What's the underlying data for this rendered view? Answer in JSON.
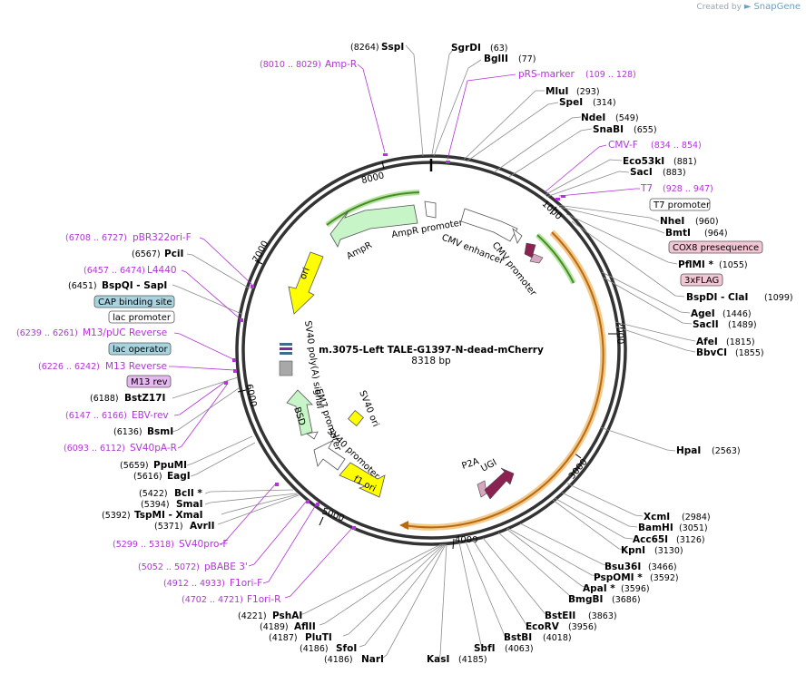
{
  "brand": {
    "created_by": "Created by",
    "app": "SnapGene"
  },
  "map": {
    "name": "m.3075-Left TALE-G1397-N-dead-mCherry",
    "length_label": "8318 bp",
    "length": 8318
  },
  "ticks": [
    "1000",
    "2000",
    "3000",
    "4000",
    "5000",
    "6000",
    "7000",
    "8000"
  ],
  "sites": [
    {
      "name": "SspI",
      "pos": "(8264)"
    },
    {
      "name": "SgrDI",
      "pos": "(63)"
    },
    {
      "name": "BglII",
      "pos": "(77)"
    },
    {
      "name": "MluI",
      "pos": "(293)"
    },
    {
      "name": "SpeI",
      "pos": "(314)"
    },
    {
      "name": "NdeI",
      "pos": "(549)"
    },
    {
      "name": "SnaBI",
      "pos": "(655)"
    },
    {
      "name": "Eco53kI",
      "pos": "(881)"
    },
    {
      "name": "SacI",
      "pos": "(883)"
    },
    {
      "name": "NheI",
      "pos": "(960)"
    },
    {
      "name": "BmtI",
      "pos": "(964)"
    },
    {
      "name": "PflMI *",
      "pos": "(1055)"
    },
    {
      "name": "BspDI - ClaI",
      "pos": "(1099)"
    },
    {
      "name": "AgeI",
      "pos": "(1446)"
    },
    {
      "name": "SacII",
      "pos": "(1489)"
    },
    {
      "name": "AfeI",
      "pos": "(1815)"
    },
    {
      "name": "BbvCI",
      "pos": "(1855)"
    },
    {
      "name": "HpaI",
      "pos": "(2563)"
    },
    {
      "name": "XcmI",
      "pos": "(2984)"
    },
    {
      "name": "BamHI",
      "pos": "(3051)"
    },
    {
      "name": "Acc65I",
      "pos": "(3126)"
    },
    {
      "name": "KpnI",
      "pos": "(3130)"
    },
    {
      "name": "Bsu36I",
      "pos": "(3466)"
    },
    {
      "name": "PspOMI *",
      "pos": "(3592)"
    },
    {
      "name": "ApaI *",
      "pos": "(3596)"
    },
    {
      "name": "BmgBI",
      "pos": "(3686)"
    },
    {
      "name": "BstEII",
      "pos": "(3863)"
    },
    {
      "name": "EcoRV",
      "pos": "(3956)"
    },
    {
      "name": "BstBI",
      "pos": "(4018)"
    },
    {
      "name": "SbfI",
      "pos": "(4063)"
    },
    {
      "name": "KasI",
      "pos": "(4185)"
    },
    {
      "name": "NarI",
      "pos": "(4186)"
    },
    {
      "name": "SfoI",
      "pos": "(4186)"
    },
    {
      "name": "PluTI",
      "pos": "(4187)"
    },
    {
      "name": "AflII",
      "pos": "(4189)"
    },
    {
      "name": "PshAI",
      "pos": "(4221)"
    },
    {
      "name": "AvrII",
      "pos": "(5371)"
    },
    {
      "name": "TspMI - XmaI",
      "pos": "(5392)"
    },
    {
      "name": "SmaI",
      "pos": "(5394)"
    },
    {
      "name": "BclI *",
      "pos": "(5422)"
    },
    {
      "name": "EagI",
      "pos": "(5616)"
    },
    {
      "name": "PpuMI",
      "pos": "(5659)"
    },
    {
      "name": "BsmI",
      "pos": "(6136)"
    },
    {
      "name": "BstZ17I",
      "pos": "(6188)"
    },
    {
      "name": "BspQI - SapI",
      "pos": "(6451)"
    },
    {
      "name": "PciI",
      "pos": "(6567)"
    }
  ],
  "primers": [
    {
      "name": "Amp-R",
      "pos": "(8010 .. 8029)"
    },
    {
      "name": "pRS-marker",
      "pos": "(109 .. 128)"
    },
    {
      "name": "CMV-F",
      "pos": "(834 .. 854)"
    },
    {
      "name": "T7",
      "pos": "(928 .. 947)"
    },
    {
      "name": "pBR322ori-F",
      "pos": "(6708 .. 6727)"
    },
    {
      "name": "L4440",
      "pos": "(6457 .. 6474)"
    },
    {
      "name": "M13/pUC Reverse",
      "pos": "(6239 .. 6261)"
    },
    {
      "name": "M13 Reverse",
      "pos": "(6226 .. 6242)"
    },
    {
      "name": "EBV-rev",
      "pos": "(6147 .. 6166)"
    },
    {
      "name": "SV40pA-R",
      "pos": "(6093 .. 6112)"
    },
    {
      "name": "SV40pro-F",
      "pos": "(5299 .. 5318)"
    },
    {
      "name": "pBABE 3'",
      "pos": "(5052 .. 5072)"
    },
    {
      "name": "F1ori-F",
      "pos": "(4912 .. 4933)"
    },
    {
      "name": "F1ori-R",
      "pos": "(4702 .. 4721)"
    }
  ],
  "boxed_labels": [
    {
      "text": "T7 promoter",
      "color": "#ffffff"
    },
    {
      "text": "COX8 presequence",
      "color": "#f2c6d3"
    },
    {
      "text": "3xFLAG",
      "color": "#f2c6d3"
    },
    {
      "text": "CAP binding site",
      "color": "#a9d4df"
    },
    {
      "text": "lac promoter",
      "color": "#ffffff"
    },
    {
      "text": "lac operator",
      "color": "#a9d4df"
    },
    {
      "text": "M13 rev",
      "color": "#e6b8f0"
    }
  ],
  "features": [
    {
      "text": "AmpR promoter"
    },
    {
      "text": "AmpR"
    },
    {
      "text": "CMV enhancer"
    },
    {
      "text": "CMV promoter"
    },
    {
      "text": "ori"
    },
    {
      "text": "SV40 poly(A) signal"
    },
    {
      "text": "EM7 promoter"
    },
    {
      "text": "BSD"
    },
    {
      "text": "SV40 promoter"
    },
    {
      "text": "SV40 ori"
    },
    {
      "text": "f1 ori"
    },
    {
      "text": "P2A"
    },
    {
      "text": "UGI"
    }
  ],
  "colors": {
    "ampr": "#c8f5c8",
    "ori": "#ffff00",
    "f1ori": "#ffff00",
    "sv40ori": "#ffff00",
    "bsd": "#c8f5c8",
    "ugi": "#8b2252",
    "p2a": "#d9a6bf",
    "orange_arc": "#d8a040",
    "green_arc": "#4a8a22",
    "primer": "#b035d6"
  }
}
